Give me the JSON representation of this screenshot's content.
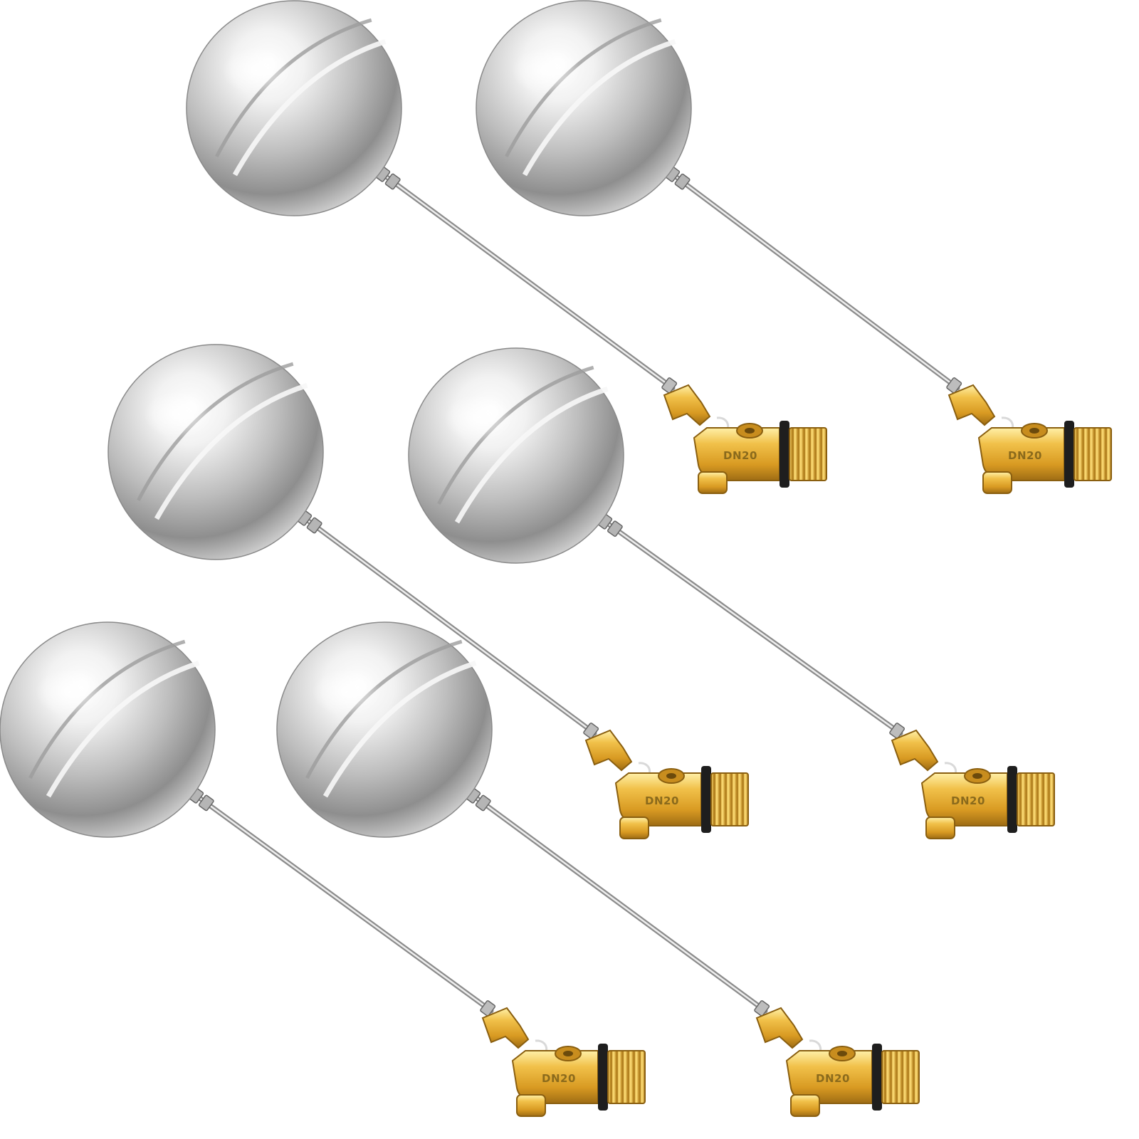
{
  "image": {
    "background_color": "#ffffff",
    "item_count": 6
  },
  "valves": [
    {
      "stamp": "DN20"
    },
    {
      "stamp": "DN20"
    },
    {
      "stamp": "DN20"
    },
    {
      "stamp": "DN20"
    },
    {
      "stamp": "DN20"
    },
    {
      "stamp": "DN20"
    }
  ],
  "colors": {
    "steel_light": "#fafafa",
    "steel_mid": "#b8b8b8",
    "steel_dark": "#6e6e6e",
    "brass_light": "#ffe27a",
    "brass_mid": "#e3a92a",
    "brass_dark": "#a8761a",
    "gasket": "#1e1e1e"
  }
}
